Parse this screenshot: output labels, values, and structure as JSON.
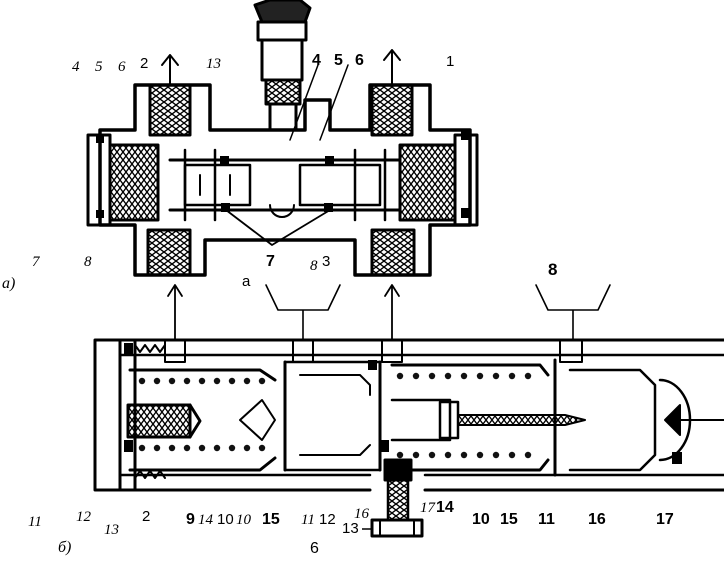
{
  "panel_a": {
    "caption": "а)",
    "top_labels": [
      "4",
      "5",
      "6",
      "2",
      "13",
      "4",
      "5",
      "6",
      "1"
    ],
    "side_labels": [
      "7",
      "8"
    ],
    "bottom_labels": [
      "7",
      "8",
      "3",
      "а"
    ]
  },
  "panel_b": {
    "caption": "б)",
    "top_label": "8",
    "bottom_labels": [
      "11",
      "12",
      "13",
      "2",
      "9",
      "14",
      "10",
      "10",
      "15",
      "11",
      "12",
      "16",
      "17",
      "14",
      "10",
      "15",
      "11",
      "16",
      "17"
    ],
    "under_labels": [
      "13",
      "6"
    ]
  },
  "colors": {
    "ink": "#000000",
    "paper": "#ffffff",
    "spring": "#111111"
  }
}
